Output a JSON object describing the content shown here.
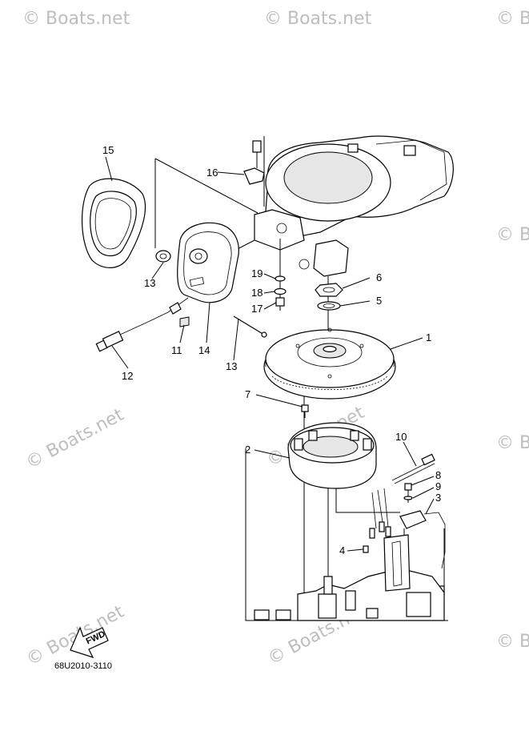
{
  "watermark": "© Boats.net",
  "diagram_code": "68U2010-3110",
  "fwd_label": "FWD",
  "callouts": {
    "c1": "1",
    "c2": "2",
    "c3": "3",
    "c4": "4",
    "c5": "5",
    "c6": "6",
    "c7": "7",
    "c8": "8",
    "c9": "9",
    "c10": "10",
    "c11": "11",
    "c12": "12",
    "c13a": "13",
    "c13b": "13",
    "c14": "14",
    "c15": "15",
    "c16": "16",
    "c17": "17",
    "c18": "18",
    "c19": "19"
  }
}
